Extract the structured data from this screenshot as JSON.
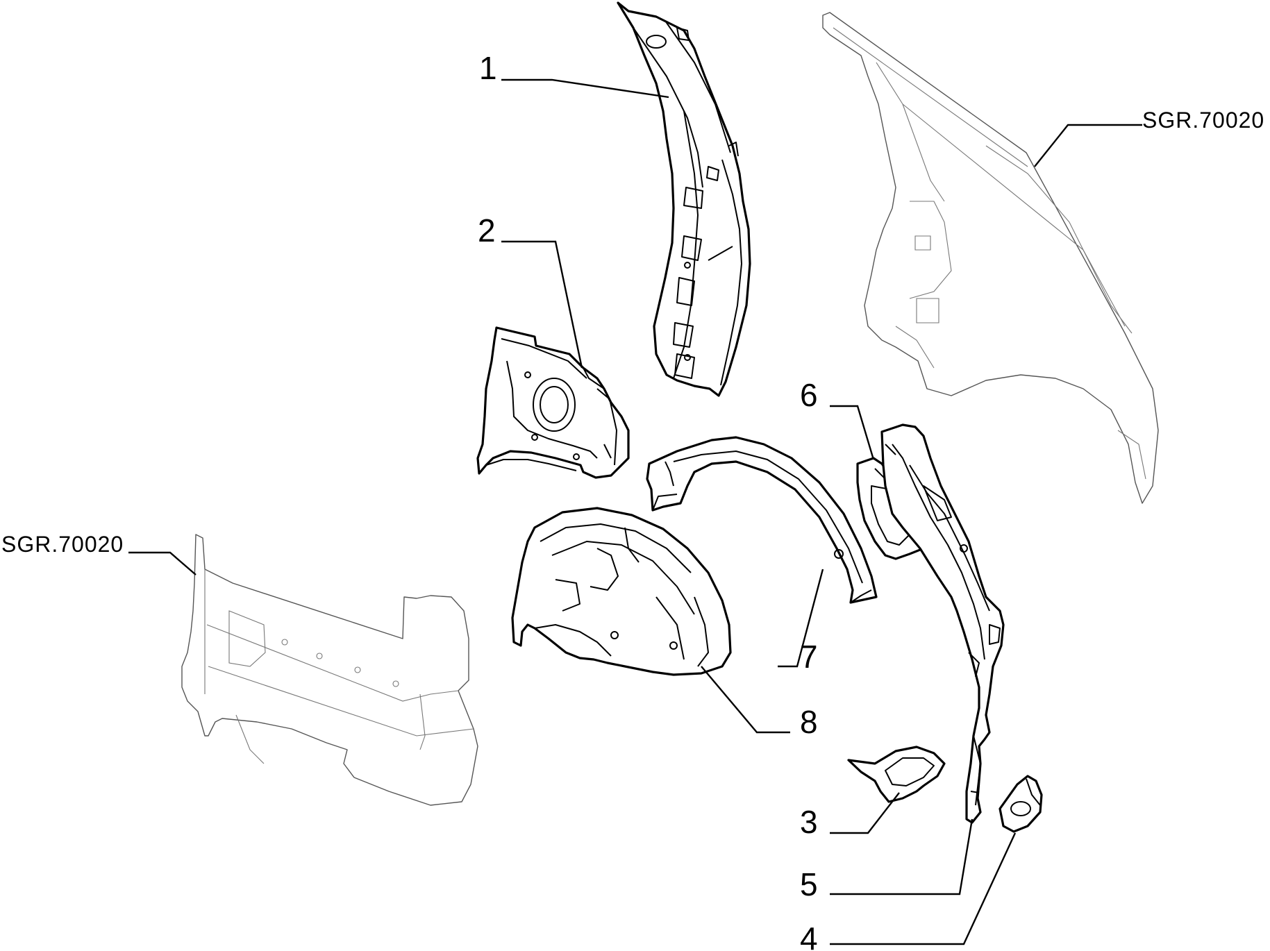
{
  "callouts": {
    "c1": "1",
    "c2": "2",
    "c3": "3",
    "c4": "4",
    "c5": "5",
    "c6": "6",
    "c7": "7",
    "c8": "8"
  },
  "references": {
    "right": "SGR.70020",
    "left": "SGR.70020"
  }
}
